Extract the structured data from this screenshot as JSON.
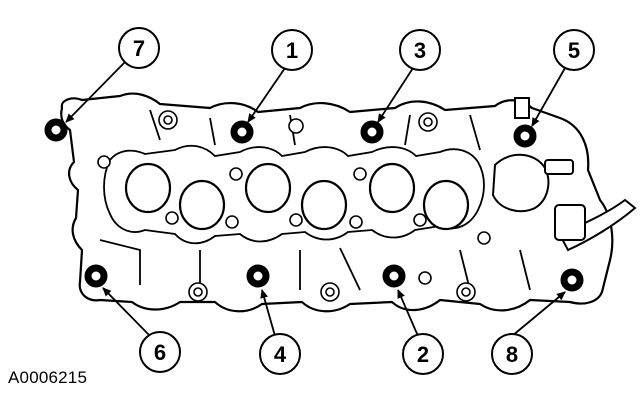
{
  "figure": {
    "id": "A0006215"
  },
  "callouts": [
    {
      "label": "7"
    },
    {
      "label": "1"
    },
    {
      "label": "3"
    },
    {
      "label": "5"
    },
    {
      "label": "6"
    },
    {
      "label": "4"
    },
    {
      "label": "2"
    },
    {
      "label": "8"
    }
  ]
}
